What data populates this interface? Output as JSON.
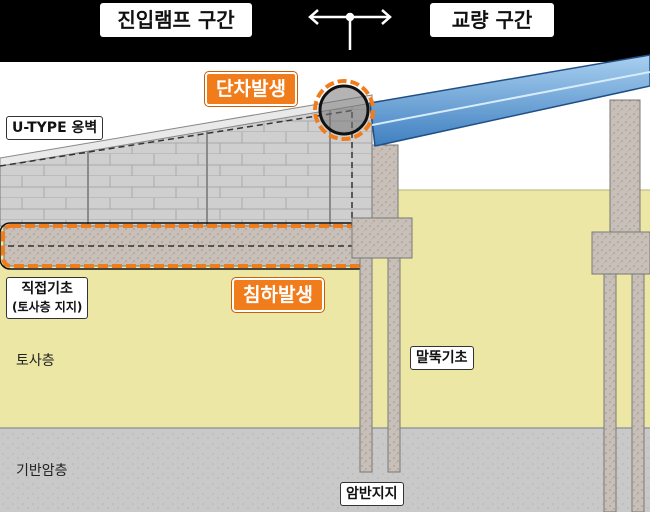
{
  "header": {
    "left_label": "진입램프 구간",
    "right_label": "교량 구간",
    "divider_icon": "left-right-arrow-icon"
  },
  "callouts": {
    "step_difference": "단차발생",
    "settlement": "침하발생"
  },
  "labels": {
    "retaining_wall": "U-TYPE 옹벽",
    "spread_footing": "직접기초",
    "spread_footing_note": "(토사층 지지)",
    "soil_layer": "토사층",
    "pile_foundation": "말뚝기초",
    "bedrock_layer": "기반암층",
    "rock_support": "암반지지"
  },
  "colors": {
    "sky": "#ffffff",
    "soil": "#ece7a5",
    "bedrock": "#c9c9c9",
    "highlight": "#f07c1c",
    "girder": "#5b9bd5",
    "concrete": "#c8c0b8"
  }
}
